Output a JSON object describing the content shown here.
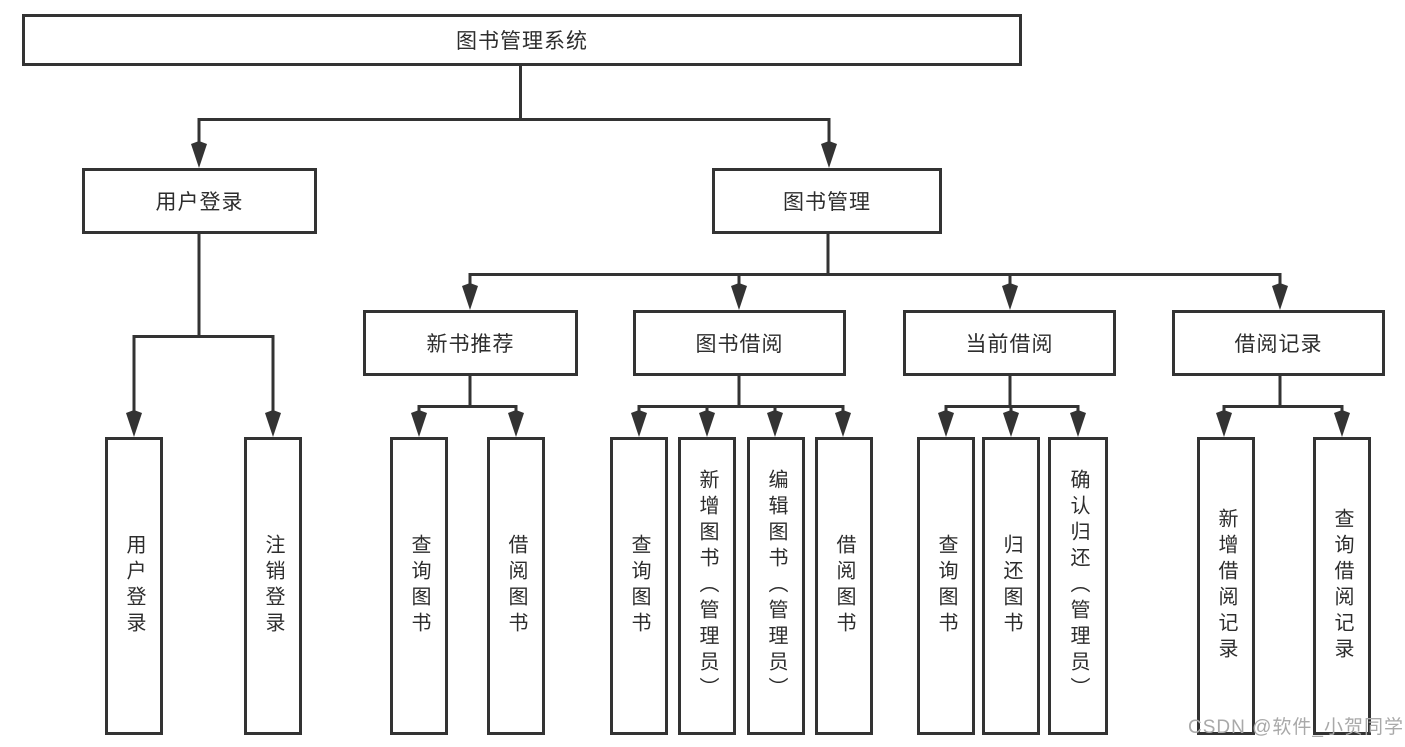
{
  "page": {
    "background": "#ffffff",
    "line_color": "#333333",
    "box_border_color": "#333333",
    "text_color": "#2d2d2d",
    "watermark_color": "#a9a9a9"
  },
  "diagram_type": "hierarchy-tree",
  "nodes": {
    "root": "图书管理系统",
    "user_login": "用户登录",
    "book_management": "图书管理",
    "new_book_recommend": "新书推荐",
    "book_borrowing": "图书借阅",
    "current_borrowing": "当前借阅",
    "borrowing_records": "借阅记录",
    "ul_user_login": "用户登录",
    "ul_logout": "注销登录",
    "nb_query_books": "查询图书",
    "nb_borrow_books": "借阅图书",
    "bb_query_books": "查询图书",
    "bb_add_books": "新增图书（管理员）",
    "bb_edit_books": "编辑图书（管理员）",
    "bb_borrow_books": "借阅图书",
    "cb_query_books": "查询图书",
    "cb_return_books": "归还图书",
    "cb_confirm_return": "确认归还（管理员）",
    "br_add_record": "新增借阅记录",
    "br_query_record": "查询借阅记录"
  },
  "watermark": "CSDN @软件_小贺同学"
}
